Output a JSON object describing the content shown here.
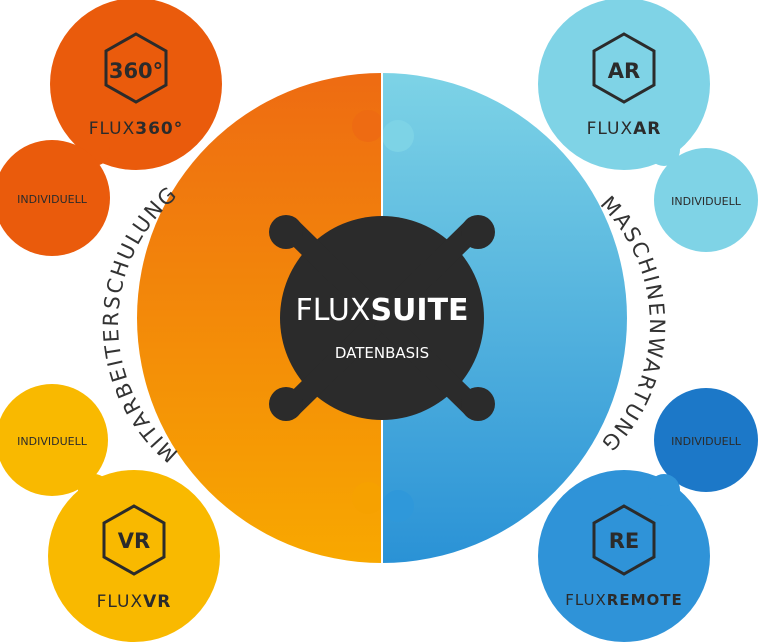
{
  "center": {
    "title_light": "FLUX",
    "title_bold": "SUITE",
    "subtitle": "DATENBASIS"
  },
  "ring": {
    "left_label": "MITARBEITERSCHULUNG",
    "right_label": "MASCHINENWARTUNG"
  },
  "modules": [
    {
      "badge": "360°",
      "name_light": "FLUX",
      "name_bold": "360°",
      "addon": "INDIVIDUELL"
    },
    {
      "badge": "AR",
      "name_light": "FLUX",
      "name_bold": "AR",
      "addon": "INDIVIDUELL"
    },
    {
      "badge": "VR",
      "name_light": "FLUX",
      "name_bold": "VR",
      "addon": "INDIVIDUELL"
    },
    {
      "badge": "RE",
      "name_light": "FLUX",
      "name_bold": "REMOTE",
      "addon": "INDIVIDUELL"
    }
  ],
  "colors": {
    "orange_dark": "#ea5b0c",
    "orange": "#f39200",
    "yellow": "#f9b900",
    "cyan_light": "#7fd3e6",
    "blue": "#2f9fdc",
    "blue_dark": "#1c78c8",
    "center": "#2b2b2b",
    "text_dark": "#333333"
  }
}
